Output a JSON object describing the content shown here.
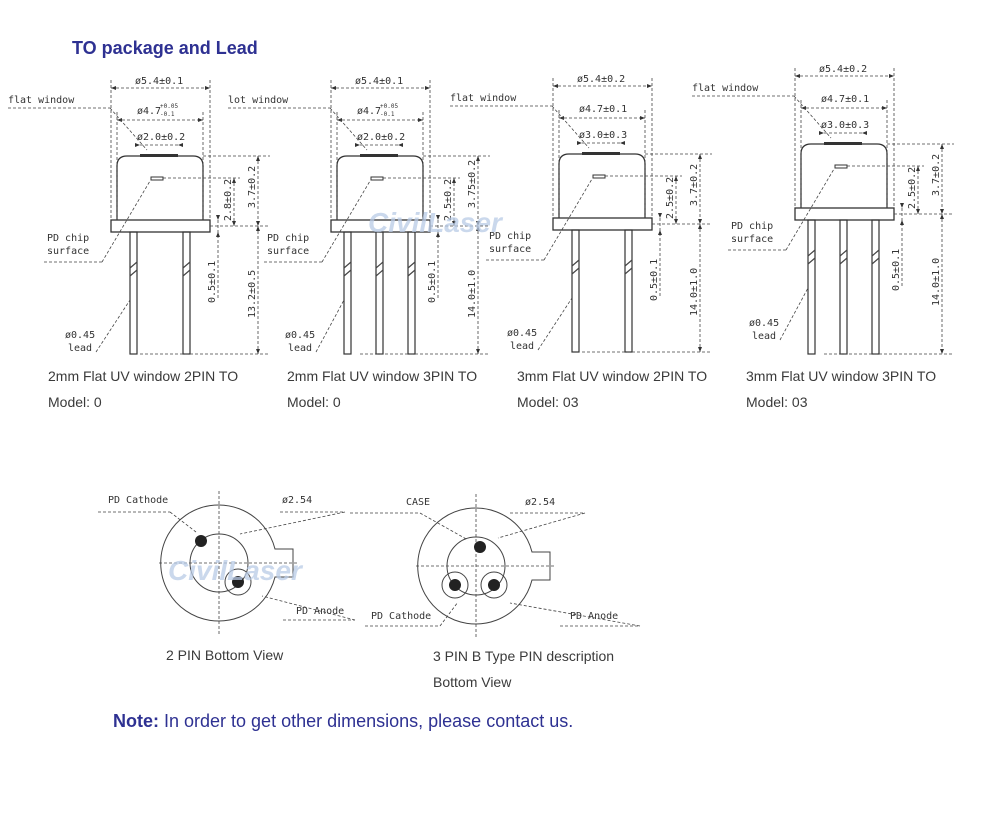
{
  "title": "TO package and Lead",
  "watermark": "CivilLaser",
  "packages": [
    {
      "pins": 2,
      "window_label": "flat window",
      "outer": "ø5.4±0.1",
      "window": "ø4.7",
      "window_tol_up": "+0.05",
      "window_tol_dn": "-0.1",
      "aperture": "ø2.0±0.2",
      "chip_h": "2.8±0.2",
      "cap_h": "3.7±0.2",
      "base": "0.5±0.1",
      "lead_len": "13.2±0.5",
      "chip_label": [
        "PD chip",
        "surface"
      ],
      "lead_label": [
        "ø0.45",
        "lead"
      ],
      "caption": "2mm Flat UV window 2PIN TO",
      "model": "Model: 0"
    },
    {
      "pins": 3,
      "window_label": "lot window",
      "outer": "ø5.4±0.1",
      "window": "ø4.7",
      "window_tol_up": "+0.05",
      "window_tol_dn": "-0.1",
      "aperture": "ø2.0±0.2",
      "chip_h": "2.5±0.2",
      "cap_h": "3.75±0.2",
      "base": "0.5±0.1",
      "lead_len": "14.0±1.0",
      "chip_label": [
        "PD chip",
        "surface"
      ],
      "lead_label": [
        "ø0.45",
        "lead"
      ],
      "caption": "2mm Flat UV window 3PIN TO",
      "model": "Model: 0"
    },
    {
      "pins": 2,
      "window_label": "flat window",
      "outer": "ø5.4±0.2",
      "window": "ø4.7±0.1",
      "window_tol_up": "",
      "window_tol_dn": "",
      "aperture": "ø3.0±0.3",
      "chip_h": "2.5±0.2",
      "cap_h": "3.7±0.2",
      "base": "0.5±0.1",
      "lead_len": "14.0±1.0",
      "chip_label": [
        "PD chip",
        "surface"
      ],
      "lead_label": [
        "ø0.45",
        "lead"
      ],
      "caption": "3mm Flat UV window 2PIN TO",
      "model": "Model: 03"
    },
    {
      "pins": 3,
      "window_label": "flat window",
      "outer": "ø5.4±0.2",
      "window": "ø4.7±0.1",
      "window_tol_up": "",
      "window_tol_dn": "",
      "aperture": "ø3.0±0.3",
      "chip_h": "2.5±0.2",
      "cap_h": "3.7±0.2",
      "base": "0.5±0.1",
      "lead_len": "14.0±1.0",
      "chip_label": [
        "PD chip",
        "surface"
      ],
      "lead_label": [
        "ø0.45",
        "lead"
      ],
      "caption": "3mm Flat UV window 3PIN TO",
      "model": "Model: 03"
    }
  ],
  "bottom_views": [
    {
      "labels": {
        "cathode": "PD Cathode",
        "pitch": "ø2.54",
        "anode": "PD Anode"
      },
      "caption": [
        "2 PIN Bottom View"
      ]
    },
    {
      "labels": {
        "case": "CASE",
        "pitch": "ø2.54",
        "cathode": "PD Cathode",
        "anode": "PD Anode"
      },
      "caption": [
        "3 PIN B Type PIN description",
        "Bottom View"
      ]
    }
  ],
  "note": {
    "label": "Note:",
    "text": " In order to get other dimensions, please contact us."
  }
}
